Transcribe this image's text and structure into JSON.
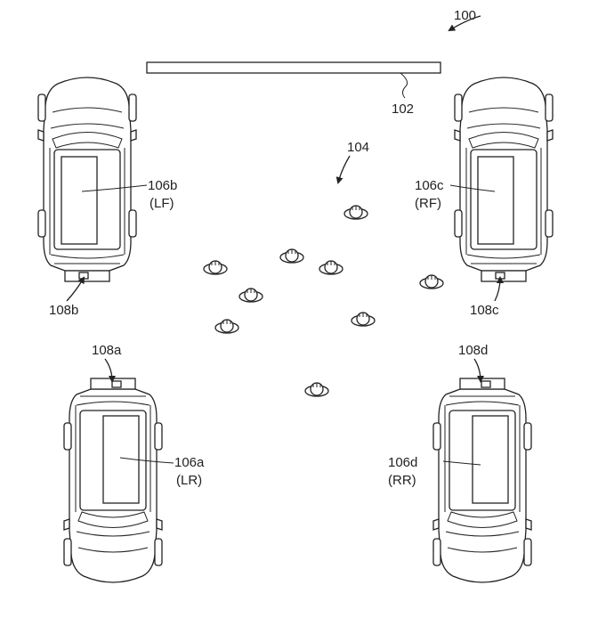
{
  "figure": {
    "ref_main": "100",
    "ref_screen": "102",
    "ref_crowd": "104"
  },
  "vehicles": [
    {
      "id": "106a",
      "pos": "(LR)",
      "sensor": "108a"
    },
    {
      "id": "106b",
      "pos": "(LF)",
      "sensor": "108b"
    },
    {
      "id": "106c",
      "pos": "(RF)",
      "sensor": "108c"
    },
    {
      "id": "106d",
      "pos": "(RR)",
      "sensor": "108d"
    }
  ]
}
